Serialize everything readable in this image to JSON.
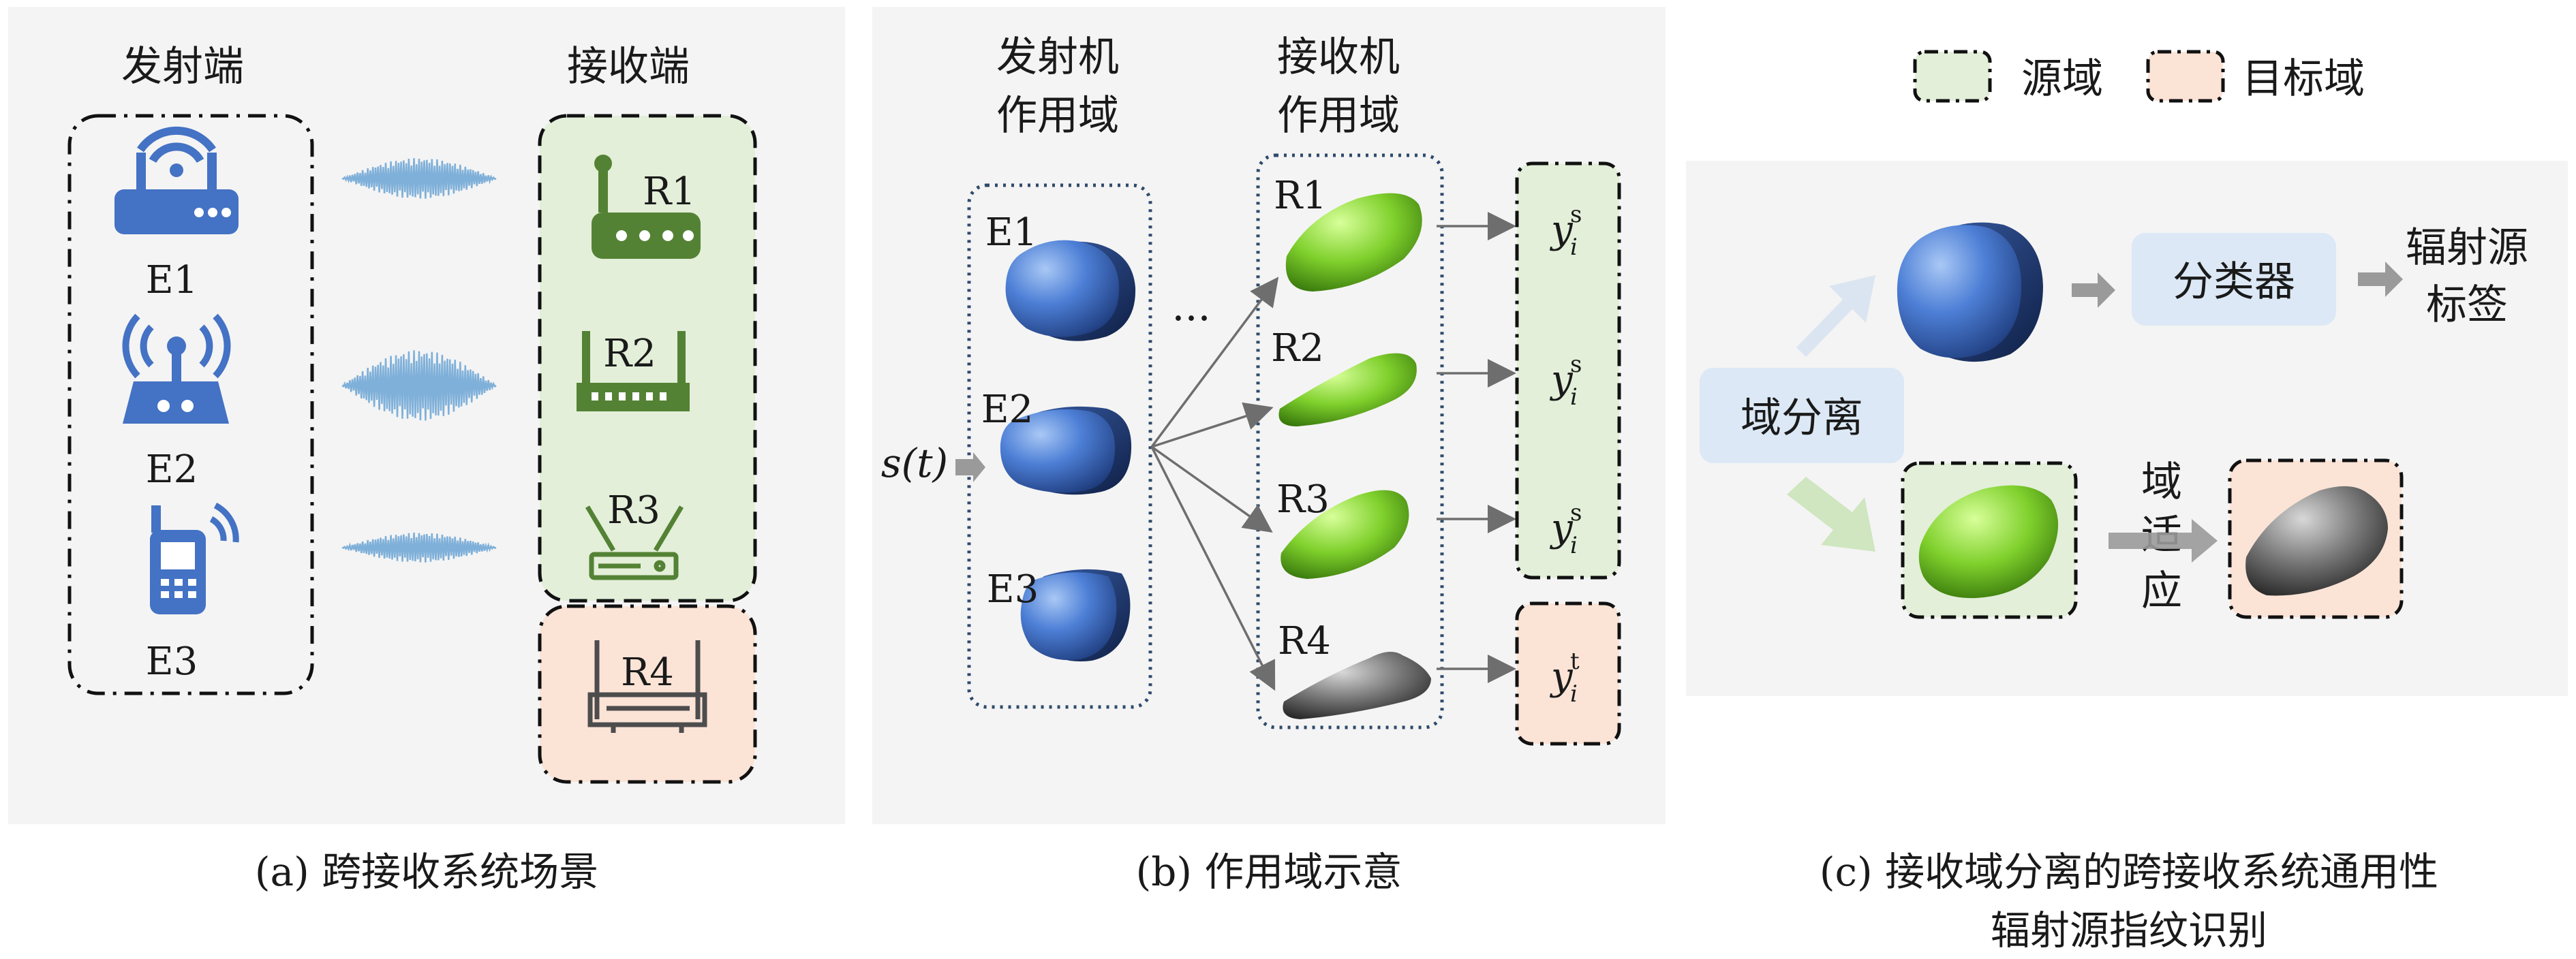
{
  "panel_a": {
    "transmitter_label": "发射端",
    "receiver_label": "接收端",
    "transmitters": [
      {
        "id": "E1",
        "icon": "wifi-router-icon"
      },
      {
        "id": "E2",
        "icon": "antenna-router-icon"
      },
      {
        "id": "E3",
        "icon": "walkie-talkie-icon"
      }
    ],
    "receivers": [
      {
        "id": "R1",
        "icon": "router-icon",
        "domain": "source"
      },
      {
        "id": "R2",
        "icon": "router-icon",
        "domain": "source"
      },
      {
        "id": "R3",
        "icon": "router-icon",
        "domain": "source"
      },
      {
        "id": "R4",
        "icon": "router-icon",
        "domain": "target"
      }
    ],
    "caption": "(a) 跨接收系统场景"
  },
  "panel_b": {
    "tx_domain_label_1": "发射机",
    "tx_domain_label_2": "作用域",
    "rx_domain_label_1": "接收机",
    "rx_domain_label_2": "作用域",
    "signal_label": "s(t)",
    "ellipsis": "...",
    "tx_items": [
      "E1",
      "E2",
      "E3"
    ],
    "rx_items": [
      "R1",
      "R2",
      "R3",
      "R4"
    ],
    "outputs": [
      {
        "base": "y",
        "sub": "i",
        "sup": "s"
      },
      {
        "base": "y",
        "sub": "i",
        "sup": "s"
      },
      {
        "base": "y",
        "sub": "i",
        "sup": "s"
      },
      {
        "base": "y",
        "sub": "i",
        "sup": "t"
      }
    ],
    "caption": "(b) 作用域示意"
  },
  "panel_c": {
    "legend_source": "源域",
    "legend_target": "目标域",
    "domain_separation": "域分离",
    "classifier": "分类器",
    "output_label_1": "辐射源",
    "output_label_2": "标签",
    "adaptation_1": "域",
    "adaptation_2": "适",
    "adaptation_3": "应",
    "caption_1": "(c) 接收域分离的跨接收系统通用性",
    "caption_2": "辐射源指纹识别"
  },
  "colors": {
    "panel_bg": "#f4f4f4",
    "source_green": "#e3efd9",
    "target_peach": "#fbe3d6",
    "icon_blue": "#4472c4",
    "icon_green": "#548235",
    "wave_blue": "#7fb0d9",
    "box_blue": "#dce8f5"
  }
}
